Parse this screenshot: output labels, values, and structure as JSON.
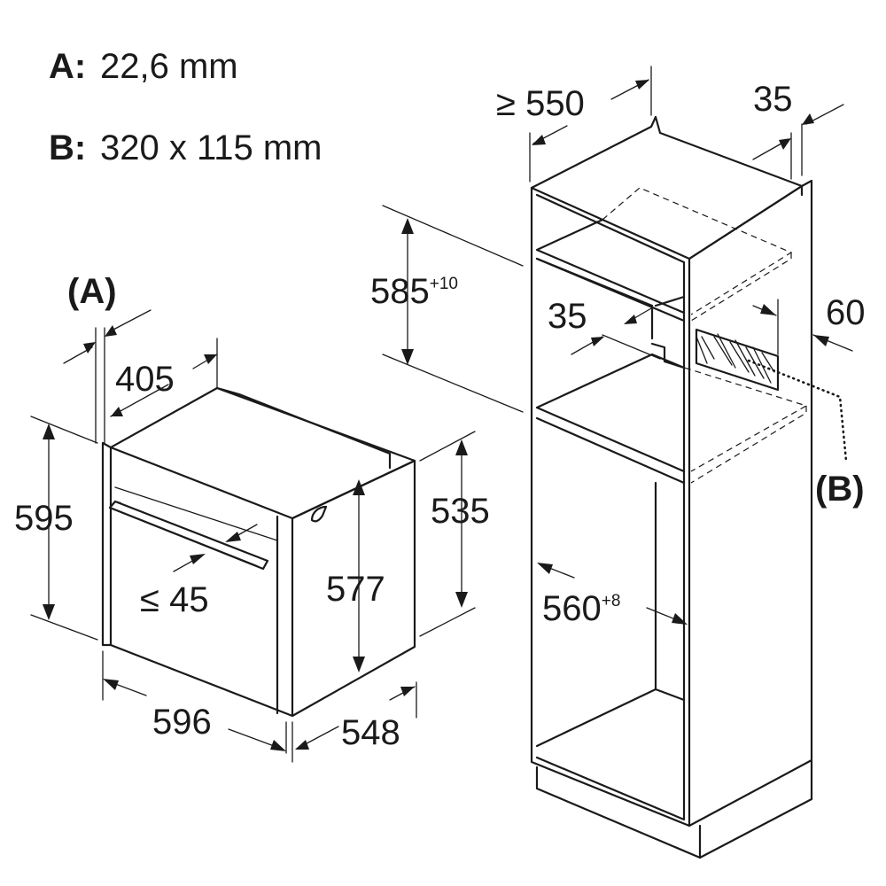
{
  "legend": {
    "a_key": "A:",
    "a_value": "22,6 mm",
    "b_key": "B:",
    "b_value": "320 x 115 mm"
  },
  "oven_dimensions": {
    "a_marker": "(A)",
    "depth_total": "405",
    "height_front": "595",
    "handle_depth": "≤ 45",
    "width": "596",
    "body_depth": "548",
    "body_height": "535",
    "inner_height": "577"
  },
  "cabinet_dimensions": {
    "depth_min": "≥ 550",
    "back_gap": "35",
    "niche_height": "585",
    "niche_height_tolerance": "+10",
    "shelf_gap": "35",
    "vent_depth": "60",
    "b_marker": "(B)",
    "niche_width": "560",
    "niche_width_tolerance": "+8"
  }
}
